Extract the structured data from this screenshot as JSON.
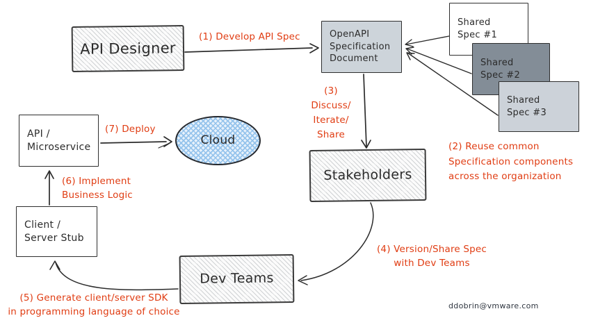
{
  "title": "OpenAPI specification workflow diagram",
  "colors": {
    "accent_red": "#e03c12",
    "ink": "#2b2b2b",
    "openapi_box_fill": "#cdd4da",
    "shared_spec2_fill": "#838d97",
    "shared_spec3_fill": "#ccd2d9",
    "cloud_fill": "#a9cdf0"
  },
  "nodes": {
    "api_designer": {
      "label": "API Designer"
    },
    "openapi_doc": {
      "label": "OpenAPI\nSpecification\nDocument"
    },
    "shared_spec_1": {
      "label": "Shared\nSpec #1"
    },
    "shared_spec_2": {
      "label": "Shared\nSpec #2"
    },
    "shared_spec_3": {
      "label": "Shared\nSpec #3"
    },
    "stakeholders": {
      "label": "Stakeholders"
    },
    "api_microservice": {
      "label": "API /\nMicroservice"
    },
    "cloud": {
      "label": "Cloud"
    },
    "client_server_stub": {
      "label": "Client /\nServer Stub"
    },
    "dev_teams": {
      "label": "Dev Teams"
    }
  },
  "steps": {
    "step1": "(1) Develop API Spec",
    "step2": "(2) Reuse common\nSpecification components\nacross the organization",
    "step3": "(3)\nDiscuss/\nIterate/\nShare",
    "step4": "(4) Version/Share Spec\nwith Dev Teams",
    "step5": "(5) Generate client/server SDK\nin programming language of choice",
    "step6": "(6) Implement\nBusiness Logic",
    "step7": "(7) Deploy"
  },
  "credit": "ddobrin@vmware.com"
}
